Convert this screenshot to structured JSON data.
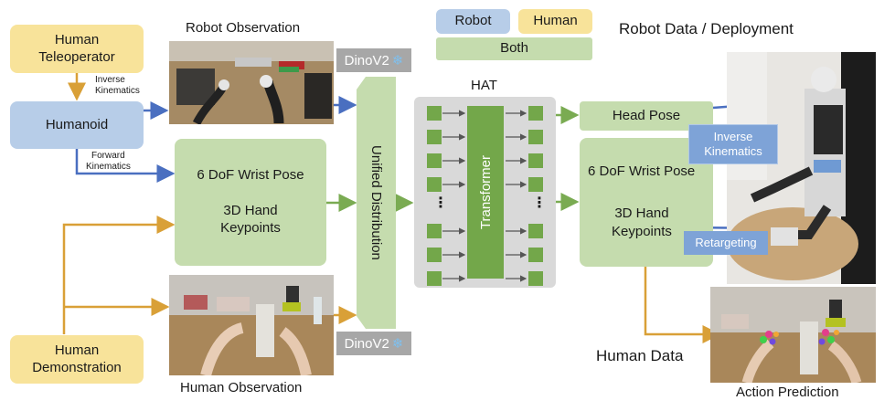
{
  "legend": {
    "robot": "Robot",
    "human": "Human",
    "both": "Both"
  },
  "left": {
    "human_teleoperator": [
      "Human",
      "Teleoperator"
    ],
    "humanoid": "Humanoid",
    "inverse_kinematics": [
      "Inverse",
      "Kinematics"
    ],
    "forward_kinematics": [
      "Forward",
      "Kinematics"
    ],
    "human_demonstration": [
      "Human",
      "Demonstration"
    ]
  },
  "observations": {
    "robot_observation": "Robot Observation",
    "human_observation": "Human Observation"
  },
  "encoders": {
    "dino_top": "DinoV2",
    "dino_bottom": "DinoV2",
    "snowflake": "❄"
  },
  "inputs": {
    "wrist_pose": "6 DoF Wrist Pose",
    "hand_keypoints": [
      "3D Hand",
      "Keypoints"
    ]
  },
  "unified_distribution": "Unified Distribution",
  "hat": {
    "title": "HAT",
    "transformer": "Transformer",
    "ellipsis": "⋮"
  },
  "outputs": {
    "head_pose": "Head Pose",
    "wrist_pose": "6 DoF Wrist Pose",
    "hand_keypoints": [
      "3D Hand",
      "Keypoints"
    ],
    "inverse_kinematics": [
      "Inverse",
      "Kinematics"
    ],
    "retargeting": "Retargeting"
  },
  "right": {
    "robot_data_deployment": "Robot Data / Deployment",
    "human_data": "Human Data",
    "action_prediction": "Action Prediction"
  },
  "colors": {
    "robot_arrow": "#4a6fc0",
    "human_arrow": "#d9a037",
    "both_arrow": "#7aab52",
    "hat_token": "#73a74a",
    "hat_panel": "#d9d9d9",
    "hud_blue": "#7ea3d7"
  }
}
